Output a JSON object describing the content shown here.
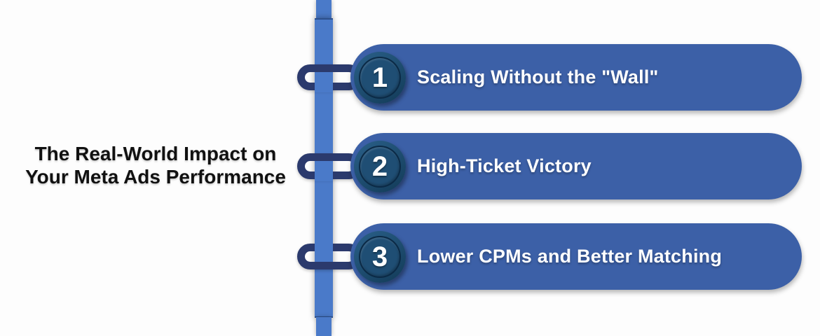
{
  "title": {
    "line1": "The Real-World Impact on",
    "line2": "Your Meta Ads Performance"
  },
  "items": [
    {
      "number": "1",
      "label": "Scaling Without the \"Wall\""
    },
    {
      "number": "2",
      "label": "High-Ticket Victory"
    },
    {
      "number": "3",
      "label": "Lower CPMs and Better Matching"
    }
  ],
  "colors": {
    "background": "#fdfdfd",
    "pill_blue": "#3c60a7",
    "pole_blue": "#4a7ac9",
    "connector_navy": "#2b3a6d",
    "badge_outer_dark": "#16405f",
    "badge_outer_light": "#2a6089",
    "badge_inner": "#1f4e74",
    "text_white": "#ffffff",
    "title_black": "#111111"
  }
}
